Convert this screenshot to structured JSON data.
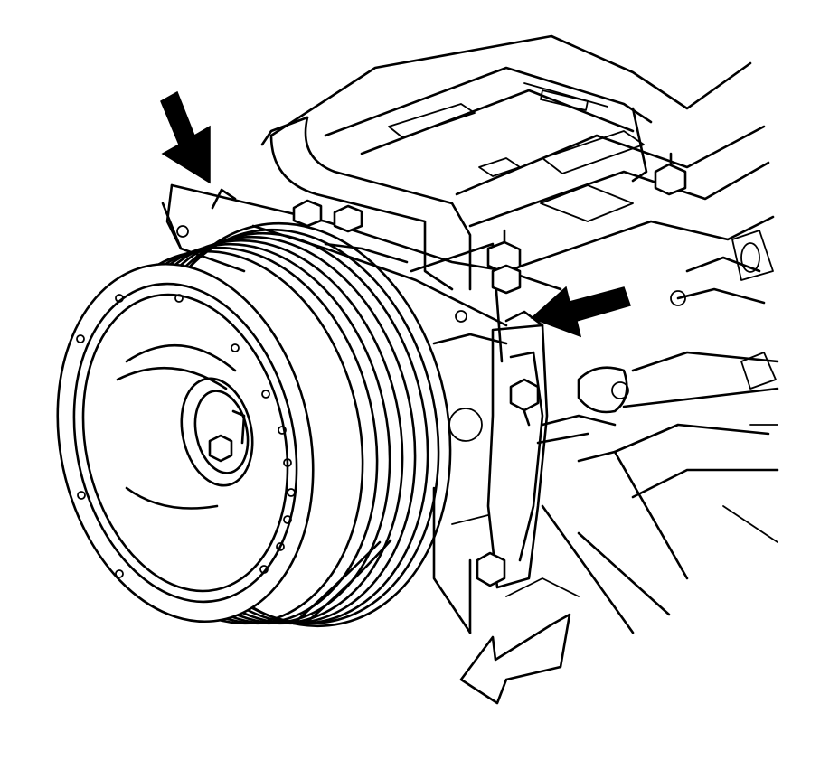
{
  "diagram": {
    "components": [
      "crankshaft-pulley",
      "engine-cover-bracket",
      "mounting-bracket",
      "engine-block",
      "bracket-bolts"
    ],
    "callouts": [
      {
        "name": "upper-left-arrow",
        "direction": "down-right"
      },
      {
        "name": "right-arrow",
        "direction": "left"
      }
    ],
    "direction_indicator": {
      "name": "movement-arrow",
      "direction": "down-left"
    },
    "colors": {
      "line": "#000000",
      "background": "#ffffff"
    }
  }
}
